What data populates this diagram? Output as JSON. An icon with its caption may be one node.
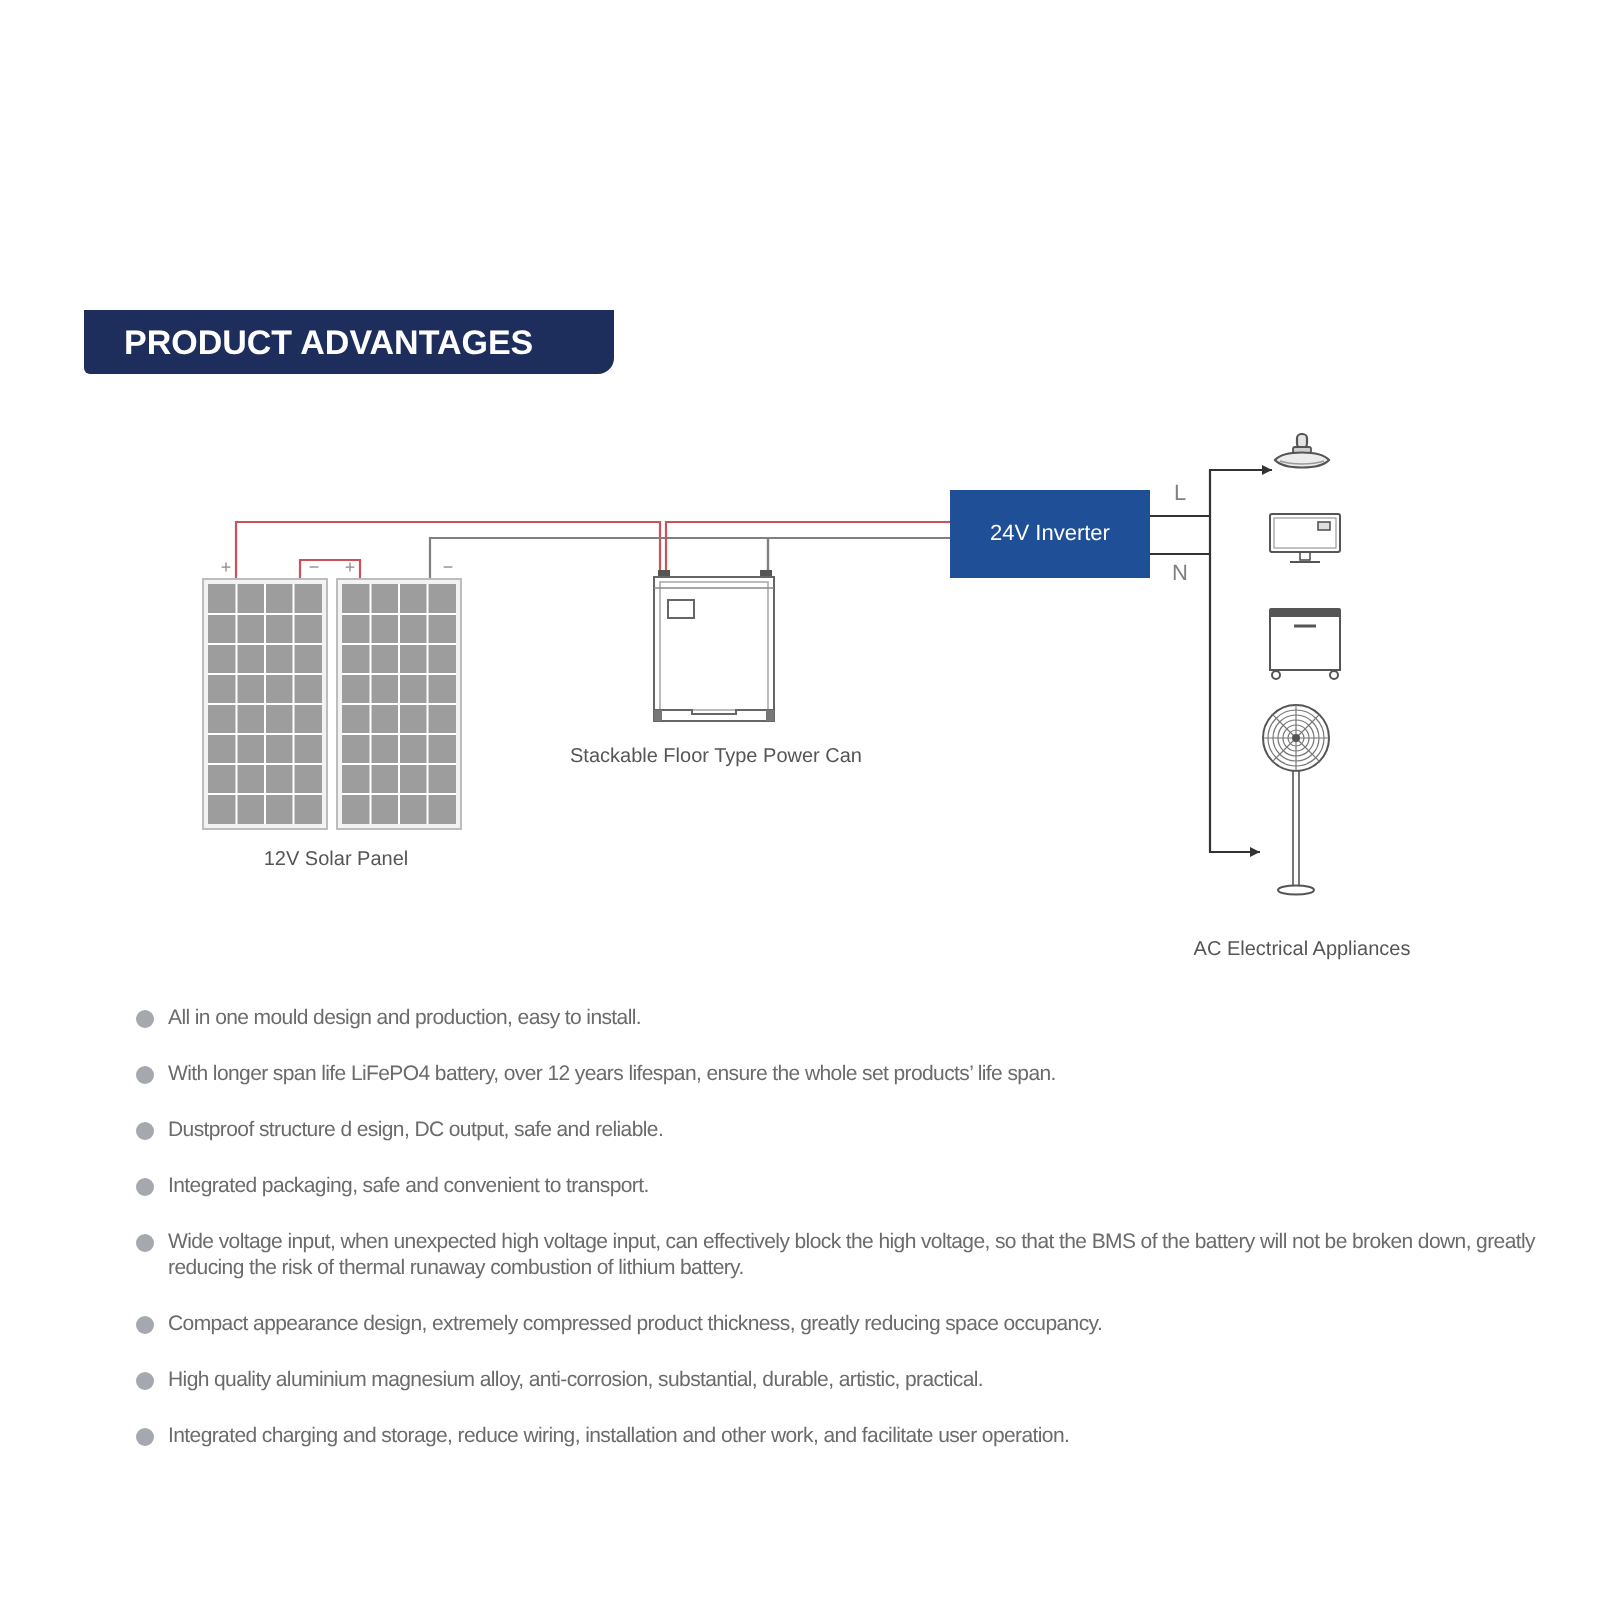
{
  "diagram": {
    "title": "PRODUCT ADVANTAGES",
    "nodes": [
      {
        "text": [],
        "shape": "picture"
      },
      {
        "text": [],
        "shape": "picture"
      },
      {
        "text": [],
        "shape": "picture",
        "beside": [
          "Stackable Floor Type Power Can"
        ]
      },
      {
        "text": [
          "24V Inverter"
        ]
      },
      {
        "text": [],
        "shape": "picture"
      },
      {
        "text": [],
        "shape": "picture"
      },
      {
        "text": [],
        "shape": "picture"
      },
      {
        "text": [],
        "shape": "picture"
      }
    ],
    "edges": [
      {
        "from": 0,
        "to": 1,
        "arrow": "none",
        "color": "#cc5258"
      },
      {
        "from": 0,
        "to": 2,
        "arrow": "none",
        "color": "#cc5258"
      },
      {
        "from": 1,
        "to": 2,
        "arrow": "none",
        "color": "#808080"
      },
      {
        "from": 2,
        "to": 3,
        "arrow": "none",
        "color": "#cc5258"
      },
      {
        "from": 2,
        "to": 3,
        "arrow": "none",
        "color": "#808080"
      },
      {
        "from": 3,
        "to": 4,
        "arrow": "to",
        "label": "L",
        "color": "#333333"
      },
      {
        "from": 3,
        "to": 7,
        "arrow": "to",
        "label": "N",
        "color": "#333333"
      }
    ],
    "labels": [
      "+",
      "−",
      "+",
      "−",
      "12V Solar Panel",
      "AC Electrical Appliances",
      "All in one mould design and production, easy to install.",
      "With longer span life LiFePO4 battery, over 12 years lifespan, ensure the whole set products’ life span.",
      "Dustproof structure d esign, DC output, safe and reliable.",
      "Integrated packaging, safe and convenient to transport.",
      "Wide voltage input, when unexpected high voltage input, can effectively block the high voltage, so that the BMS of the battery will not be broken down, greatly reducing the risk of thermal runaway combustion of lithium battery.",
      "Compact appearance design, extremely compressed product thickness, greatly reducing space occupancy.",
      "High quality aluminium magnesium alloy, anti-corrosion, substantial, durable, artistic, practical.",
      "Integrated charging and storage, reduce wiring, installation and other work, and facilitate user operation."
    ]
  }
}
